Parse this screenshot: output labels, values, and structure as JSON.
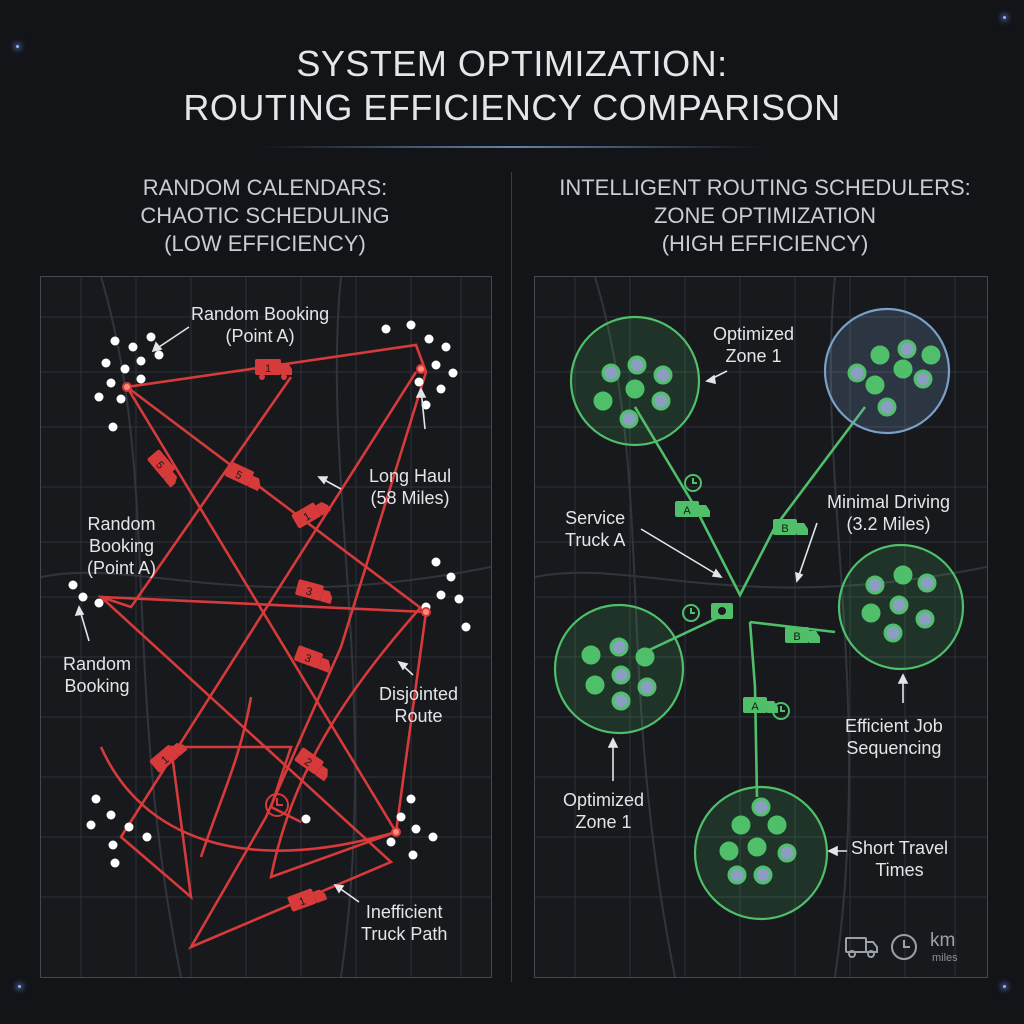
{
  "title": {
    "line1": "SYSTEM OPTIMIZATION:",
    "line2": "ROUTING EFFICIENCY COMPARISON"
  },
  "left_panel": {
    "heading_line1": "RANDOM CALENDARS:",
    "heading_line2": "CHAOTIC SCHEDULING",
    "heading_line3": "(LOW EFFICIENCY)",
    "labels": {
      "random_booking_top_1": "Random Booking",
      "random_booking_top_2": "(Point A)",
      "long_haul_1": "Long Haul",
      "long_haul_2": "(58 Miles)",
      "random_booking_mid_1": "Random",
      "random_booking_mid_2": "Booking",
      "random_booking_mid_3": "(Point A)",
      "random_booking_low_1": "Random",
      "random_booking_low_2": "Booking",
      "disjointed_1": "Disjointed",
      "disjointed_2": "Route",
      "inefficient_1": "Inefficient",
      "inefficient_2": "Truck Path"
    },
    "truck_numbers": [
      "1",
      "5",
      "5",
      "1",
      "3",
      "3",
      "1",
      "2",
      "1"
    ],
    "accent_color": "#d63a3a"
  },
  "right_panel": {
    "heading_line1": "INTELLIGENT ROUTING SCHEDULERS:",
    "heading_line2": "ZONE OPTIMIZATION",
    "heading_line3": "(HIGH EFFICIENCY)",
    "labels": {
      "zone_top_1": "Optimized",
      "zone_top_2": "Zone 1",
      "minimal_1": "Minimal Driving",
      "minimal_2": "(3.2 Miles)",
      "service_truck_1": "Service",
      "service_truck_2": "Truck A",
      "efficient_1": "Efficient Job",
      "efficient_2": "Sequencing",
      "zone_bottom_1": "Optimized",
      "zone_bottom_2": "Zone 1",
      "short_travel_1": "Short Travel",
      "short_travel_2": "Times"
    },
    "truck_letters": [
      "A",
      "B",
      "B",
      "A"
    ],
    "accent_color": "#4fbf6a",
    "zone_color": "#7aa0c8"
  },
  "legend": {
    "icons": [
      "truck-icon",
      "clock-icon"
    ],
    "km": "km",
    "miles": "miles"
  }
}
